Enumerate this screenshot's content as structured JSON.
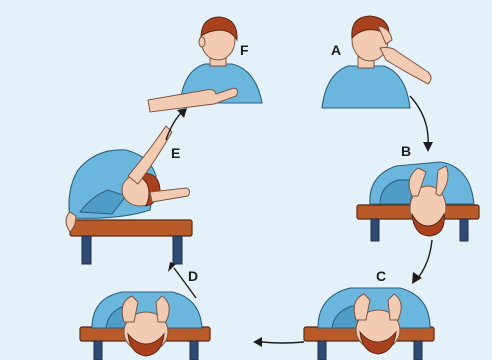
{
  "steps": {
    "a": "A",
    "b": "B",
    "c": "C",
    "d": "D",
    "e": "E",
    "f": "F"
  },
  "colors": {
    "background": "#e4f1f8",
    "shirt": "#6bb6dd",
    "skin": "#f3cbb2",
    "hair": "#a9411f",
    "table_top": "#b85b28",
    "table_legs": "#2f4b73"
  }
}
